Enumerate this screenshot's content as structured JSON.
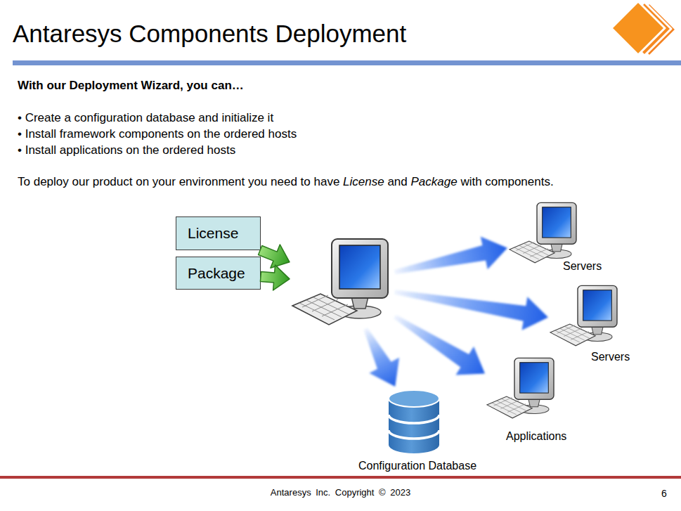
{
  "diagram": {
    "title": "Antaresys Components Deployment",
    "nodes": [
      {
        "text": [
          "License"
        ]
      },
      {
        "text": [
          "Package"
        ]
      },
      {
        "text": []
      },
      {
        "text": [
          "Servers"
        ]
      },
      {
        "text": [
          "Servers"
        ]
      },
      {
        "text": [
          "Applications"
        ]
      },
      {
        "text": [
          "Configuration Database"
        ]
      }
    ],
    "edges": [
      {
        "from": 0,
        "to": 2,
        "arrow": "to"
      },
      {
        "from": 1,
        "to": 2,
        "arrow": "to"
      },
      {
        "from": 2,
        "to": 3,
        "arrow": "to"
      },
      {
        "from": 2,
        "to": 4,
        "arrow": "to"
      },
      {
        "from": 2,
        "to": 6,
        "arrow": "to"
      },
      {
        "from": 2,
        "to": 5,
        "arrow": "to"
      }
    ],
    "labels": [
      "With our Deployment Wizard, you can…",
      "• Create a configuration database and initialize it",
      "• Install framework components on the ordered hosts",
      "• Install applications on the ordered hosts",
      "To deploy our product on your environment you need to have License and Package with components.",
      "Antaresys Inc. Copyright © 2023",
      "6"
    ]
  }
}
